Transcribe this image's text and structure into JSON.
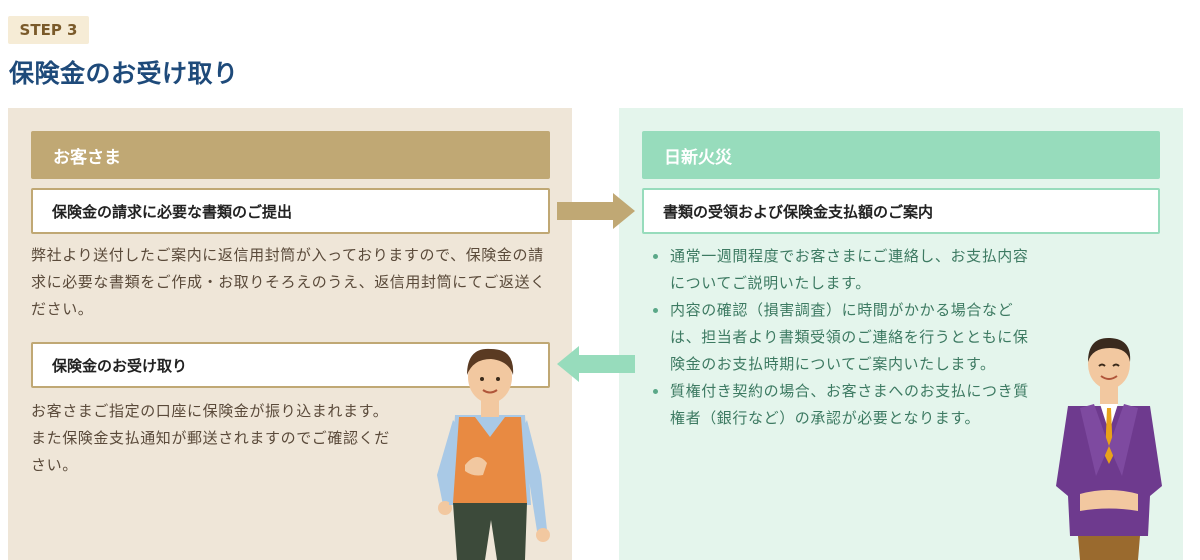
{
  "step": {
    "badge": "STEP 3",
    "title": "保険金のお受け取り"
  },
  "customer": {
    "header": "お客さま",
    "box1_label": "保険金の請求に必要な書類のご提出",
    "desc1": "弊社より送付したご案内に返信用封筒が入っておりますので、保険金の請求に必要な書類をご作成・お取りそろえのうえ、返信用封筒にてご返送ください。",
    "box2_label": "保険金のお受け取り",
    "desc2_lines": [
      "お客さまご指定の口座に保険金が振り込まれます。",
      "また保険金支払通知が郵送されますのでご確認ください。"
    ]
  },
  "company": {
    "header": "日新火災",
    "box_label": "書類の受領および保険金支払額のご案内",
    "bullets": [
      "通常一週間程度でお客さまにご連絡し、お支払内容についてご説明いたします。",
      "内容の確認（損害調査）に時間がかかる場合などは、担当者より書類受領のご連絡を行うとともに保険金のお支払時期についてご案内いたします。",
      "質権付き契約の場合、お客さまへのお支払につき質権者（銀行など）の承認が必要となります。"
    ]
  },
  "colors": {
    "title": "#1e4a7a",
    "customer_accent": "#c0a874",
    "customer_bg": "#efe6d8",
    "company_accent": "#97dcbc",
    "company_bg": "#e4f5ec",
    "company_text": "#3d7a62"
  },
  "icons": {
    "arrow_to_company": "arrow-right-icon",
    "arrow_to_customer": "arrow-left-icon",
    "customer_figure": "customer-illustration",
    "staff_figure": "staff-illustration"
  }
}
